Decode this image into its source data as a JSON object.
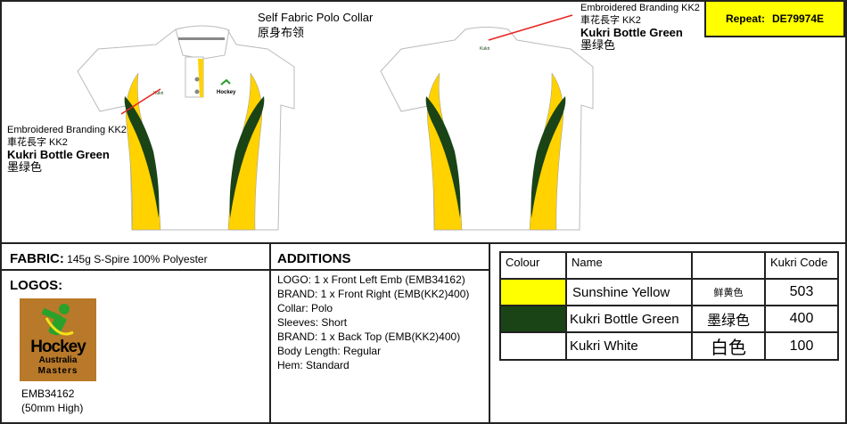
{
  "collar_note": {
    "title": "Self Fabric Polo Collar",
    "title_cn": "原身布领"
  },
  "front_branding": {
    "line1": "Embroidered Branding KK2",
    "line2": "車花長字 KK2",
    "line3": "Kukri Bottle Green",
    "line4": "墨绿色"
  },
  "back_branding": {
    "line1": "Embroidered Branding KK2",
    "line2": "車花長字 KK2",
    "line3": "Kukri Bottle Green",
    "line4": "墨绿色"
  },
  "repeat": {
    "label": "Repeat:",
    "code": "DE79974E"
  },
  "fabric": {
    "label": "FABRIC:",
    "value": "145g S-Spire 100% Polyester"
  },
  "logos": {
    "label": "LOGOS:",
    "logo_text": [
      "Hockey",
      "Australia",
      "Masters"
    ],
    "code": "EMB34162",
    "size": "(50mm High)"
  },
  "additions": {
    "label": "ADDITIONS",
    "items": [
      "LOGO: 1 x Front Left Emb (EMB34162)",
      "BRAND: 1 x Front Right (EMB(KK2)400)",
      "Collar: Polo",
      "Sleeves: Short",
      "BRAND: 1 x Back Top (EMB(KK2)400)",
      "Body Length: Regular",
      "Hem: Standard"
    ]
  },
  "colours": {
    "headers": {
      "colour": "Colour",
      "name": "Name",
      "cn": "",
      "code": "Kukri Code"
    },
    "rows": [
      {
        "swatch": "#ffff00",
        "name": "Sunshine Yellow",
        "cn": "鲜黄色",
        "code": "503"
      },
      {
        "swatch": "#1a4316",
        "name": "Kukri Bottle Green",
        "cn": "墨绿色",
        "code": "400"
      },
      {
        "swatch": "#ffffff",
        "name": "Kukri White",
        "cn": "白色",
        "code": "100"
      }
    ]
  },
  "palette": {
    "yellow": "#ffd200",
    "green": "#1a4316",
    "red": "#e8231f"
  }
}
